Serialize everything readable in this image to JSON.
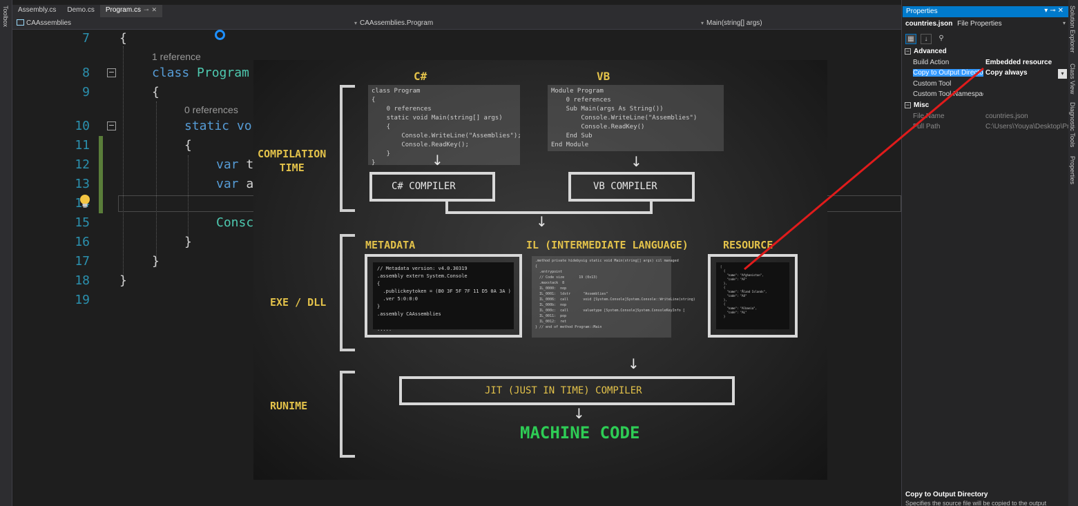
{
  "toolbox_label": "Toolbox",
  "tabs": [
    {
      "label": "Assembly.cs",
      "active": false
    },
    {
      "label": "Demo.cs",
      "active": false
    },
    {
      "label": "Program.cs",
      "active": true
    }
  ],
  "nav": {
    "project": "CAAssemblies",
    "class": "CAAssemblies.Program",
    "member": "Main(string[] args)"
  },
  "editor": {
    "line_numbers": [
      "7",
      "8",
      "9",
      "10",
      "11",
      "12",
      "13",
      "14",
      "15",
      "16",
      "17",
      "18",
      "19"
    ],
    "codelens": [
      "1 reference",
      "0 references"
    ],
    "code": {
      "l7": "{",
      "l8_kw": "class",
      "l8_name": "Program",
      "l9": "{",
      "l10_kw": "static",
      "l10_rest": "vo",
      "l11": "{",
      "l12_kw": "var",
      "l12_rest": "t",
      "l13_kw": "var",
      "l13_rest": "a",
      "l15": "Consc",
      "l16": "}",
      "l17": "}",
      "l18": "}"
    }
  },
  "diagram": {
    "sections": [
      "COMPILATION\nTIME",
      "EXE / DLL",
      "RUNIME"
    ],
    "lang_headers": [
      "C#",
      "VB"
    ],
    "csharp_code": "class Program\n{\n    0 references\n    static void Main(string[] args)\n    {\n        Console.WriteLine(\"Assemblies\");\n        Console.ReadKey();\n    }\n}",
    "vb_code": "Module Program\n    0 references\n    Sub Main(args As String())\n        Console.WriteLine(\"Assemblies\")\n        Console.ReadKey()\n    End Sub\nEnd Module",
    "compilers": [
      "C# COMPILER",
      "VB COMPILER"
    ],
    "exe_headers": [
      "METADATA",
      "IL (INTERMEDIATE LANGUAGE)",
      "RESOURCE"
    ],
    "metadata_code": "// Metadata version: v4.0.30319\n.assembly extern System.Console\n{\n  .publickeytoken = (B0 3F 5F 7F 11 D5 0A 3A )\n  .ver 5:0:0:0\n}\n.assembly CAAssemblies\n\n.....",
    "il_code": ".method private hidebysig static void Main(string[] args) cil managed\n{\n  .entrypoint\n  // Code size       19 (0x13)\n  .maxstack  8\n  IL_0000:  nop\n  IL_0001:  ldstr      \"Assemblies\"\n  IL_0006:  call       void [System.Console]System.Console::WriteLine(string)\n  IL_000b:  nop\n  IL_000c:  call       valuetype [System.Console]System.ConsoleKeyInfo [\n  IL_0011:  pop\n  IL_0012:  ret\n} // end of method Program::Main",
    "resource_code": "[\n  {\n    \"name\": \"Afghanistan\",\n    \"code\": \"AF\"\n  },\n  {\n    \"name\": \"Åland Islands\",\n    \"code\": \"AX\"\n  },\n  {\n    \"name\": \"Albania\",\n    \"code\": \"AL\"\n  }",
    "jit": "JIT (JUST IN TIME) COMPILER",
    "machine_code": "MACHINE CODE"
  },
  "properties": {
    "title": "Properties",
    "object_name": "countries.json",
    "object_type": "File Properties",
    "categories": [
      "Advanced",
      "Misc"
    ],
    "advanced_rows": [
      {
        "name": "Build Action",
        "value": "Embedded resource"
      },
      {
        "name": "Copy to Output Directo",
        "value": "Copy always"
      },
      {
        "name": "Custom Tool",
        "value": ""
      },
      {
        "name": "Custom Tool Namespac",
        "value": ""
      }
    ],
    "misc_rows": [
      {
        "name": "File Name",
        "value": "countries.json"
      },
      {
        "name": "Full Path",
        "value": "C:\\Users\\Youya\\Desktop\\Pro"
      }
    ],
    "desc_title": "Copy to Output Directory",
    "desc_body": "Specifies the source file will be copied to the output"
  },
  "right_tabs": [
    "Solution Explorer",
    "Class View",
    "Diagnostic Tools",
    "Properties"
  ],
  "colors": {
    "accent": "#007acc",
    "chalk_yellow": "#e3c24a",
    "machine_code_green": "#2ecc55",
    "annotation_red": "#e01b1b"
  }
}
